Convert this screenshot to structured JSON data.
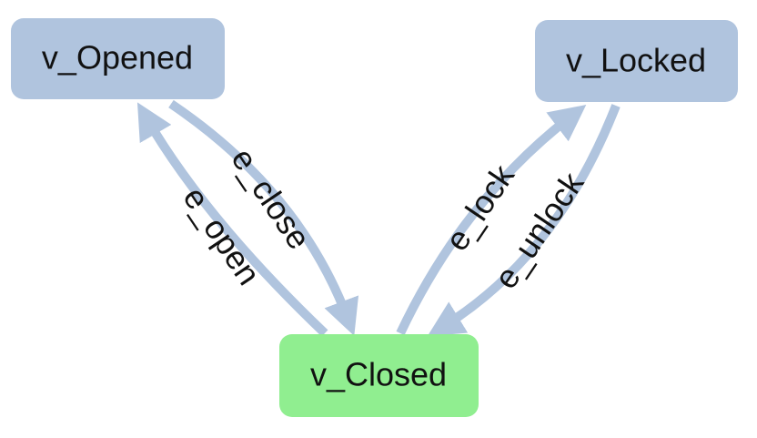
{
  "colors": {
    "state_node": "#b0c4de",
    "initial_node": "#90ee90",
    "edge": "#b0c4de",
    "text": "#111111"
  },
  "nodes": {
    "opened": {
      "label": "v_Opened"
    },
    "locked": {
      "label": "v_Locked"
    },
    "closed": {
      "label": "v_Closed"
    }
  },
  "edges": {
    "close": {
      "label": "e_close",
      "from": "v_Opened",
      "to": "v_Closed"
    },
    "open": {
      "label": "e_open",
      "from": "v_Closed",
      "to": "v_Opened"
    },
    "lock": {
      "label": "e_lock",
      "from": "v_Closed",
      "to": "v_Locked"
    },
    "unlock": {
      "label": "e_unlock",
      "from": "v_Locked",
      "to": "v_Closed"
    }
  }
}
